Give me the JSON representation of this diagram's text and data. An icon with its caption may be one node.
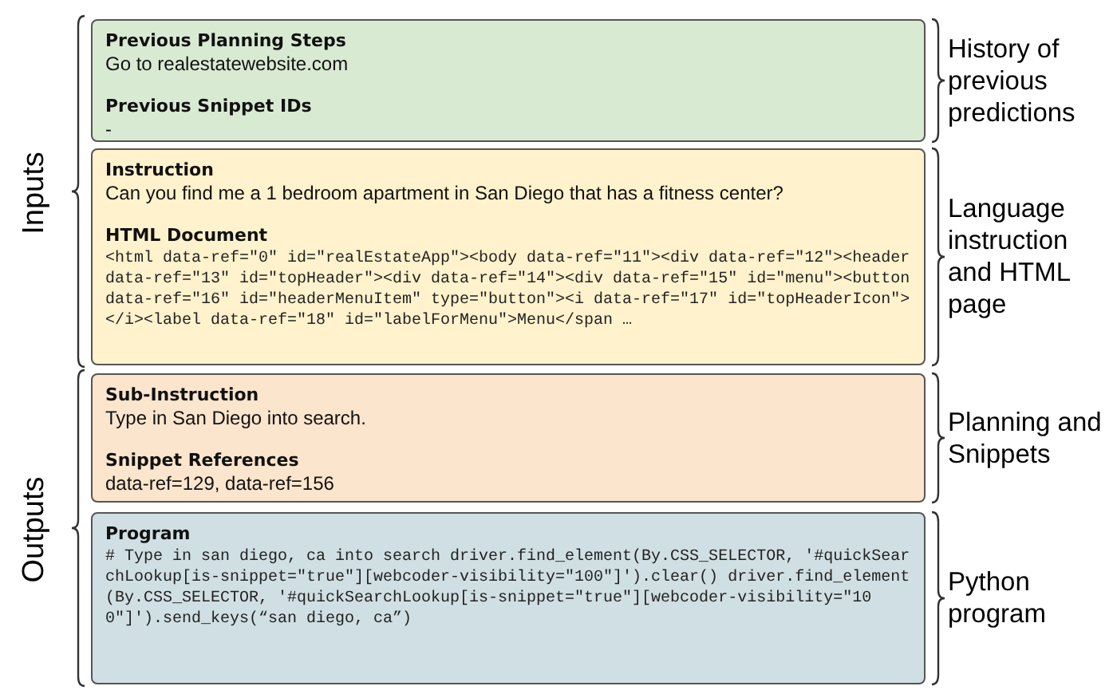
{
  "diagram": {
    "nodes": [
      {
        "text": [
          "Previous Planning Steps",
          "Go to realestatewebsite.com",
          "Previous Snippet IDs",
          "-"
        ],
        "beside": [
          "History of previous predictions"
        ]
      },
      {
        "text": [
          "Instruction",
          "Can you find me a 1 bedroom apartment in San Diego that has a fitness center?",
          "HTML Document",
          "<html data-ref=\"0\" id=\"realEstateApp\"><body data-ref=\"11\"><div data-ref=\"12\"><header data-ref=\"13\" id=\"topHeader\"><div data-ref=\"14\"><div data-ref=\"15\" id=\"menu\"><button data-ref=\"16\" id=\"headerMenuItem\" type=\"button\"><i data-ref=\"17\" id=\"topHeaderIcon\"></i><label data-ref=\"18\" id=\"labelForMenu\">Menu</span …"
        ],
        "beside": [
          "Language instruction and HTML page"
        ]
      },
      {
        "text": [
          "Sub-Instruction",
          "Type in San Diego into search.",
          "Snippet References",
          "data-ref=129, data-ref=156"
        ],
        "beside": [
          "Planning and Snippets"
        ]
      },
      {
        "text": [
          "Program",
          "# Type in san diego, ca into search driver.find_element(By.CSS_SELECTOR, '#quickSearchLookup[is-snippet=\"true\"][webcoder-visibility=\"100\"]').clear() driver.find_element(By.CSS_SELECTOR, '#quickSearchLookup[is-snippet=\"true\"][webcoder-visibility=\"100\"]').send_keys(“san diego, ca”)"
        ],
        "beside": [
          "Python program"
        ]
      }
    ],
    "labels": [
      "Inputs",
      "Outputs"
    ]
  }
}
